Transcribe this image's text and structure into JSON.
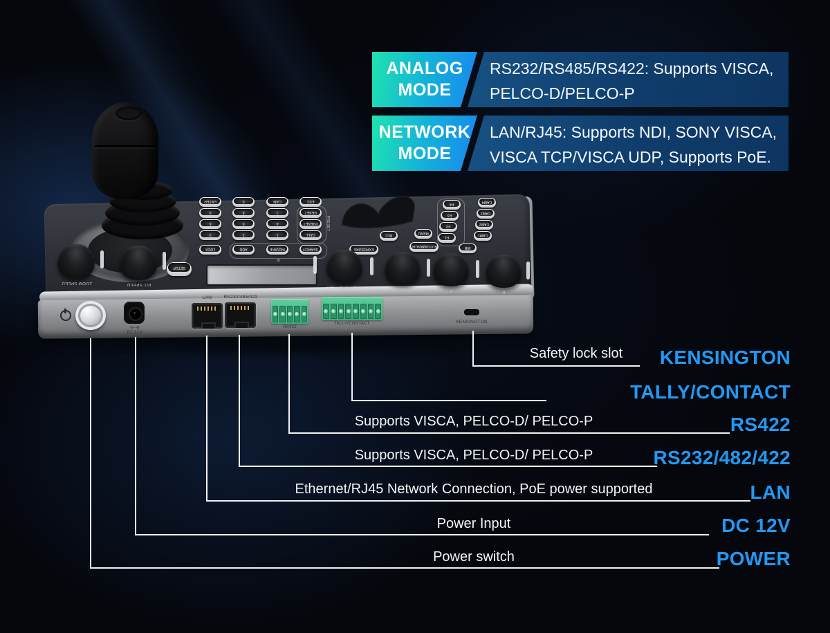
{
  "banners": [
    {
      "mode_line1": "ANALOG",
      "mode_line2": "MODE",
      "text_line1": "RS232/RS485/RS422: Supports VISCA,",
      "text_line2": "PELCO-D/PELCO-P"
    },
    {
      "mode_line1": "NETWORK",
      "mode_line2": "MODE",
      "text_line1": "LAN/RJ45: Supports NDI, SONY VISCA,",
      "text_line2": "VISCA TCP/VISCA UDP, Supports PoE."
    }
  ],
  "callouts": [
    {
      "desc": "Safety lock slot",
      "label": "KENSINGTON"
    },
    {
      "desc": "",
      "label": "TALLY/CONTACT"
    },
    {
      "desc": "Supports VISCA, PELCO-D/ PELCO-P",
      "label": "RS422"
    },
    {
      "desc": "Supports VISCA, PELCO-D/ PELCO-P",
      "label": "RS232/482/422"
    },
    {
      "desc": "Ethernet/RJ45 Network Connection, PoE power supported",
      "label": "LAN"
    },
    {
      "desc": "Power Input",
      "label": "DC 12V"
    },
    {
      "desc": "Power switch",
      "label": "POWER"
    }
  ],
  "colors": {
    "accent_blue": "#2199f4",
    "badge_gradient_start": "#1fe3ae",
    "badge_gradient_end": "#1786ef",
    "banner_navy": "#0f3c6b",
    "line_white": "#ffffff"
  },
  "device": {
    "top_labels": {
      "zoom_speed": "ZOOM SPEED",
      "pt_speed": "P/T SPEED",
      "setup": "SETUP",
      "iris_shutter": "IRIS / SHUTTER",
      "focus": "FOCUS",
      "r": "R",
      "b": "B",
      "exposure": "EXPOSURE",
      "blc": "BLC",
      "menu": "MENU",
      "auto_manual": "AUTO/MANUAL",
      "wb": "WB",
      "preset_group": "PRESET",
      "ip_group": "IP"
    },
    "keypad": [
      [
        "ENTER",
        "0",
        "CAM",
        "ESC"
      ],
      [
        "9",
        "8",
        "7",
        "RESET"
      ],
      [
        "6",
        "5",
        "4",
        "PRESET"
      ],
      [
        "3",
        "2",
        "1",
        "CALL"
      ],
      [
        "LOCK",
        "ADD",
        "INQUIRE",
        "SEARCH"
      ]
    ],
    "fn_buttons": [
      "F4",
      "F3",
      "F2",
      "F1"
    ],
    "cam_buttons": [
      "CAM4",
      "CAM3",
      "CAM2",
      "CAM1"
    ],
    "ports": {
      "lan": "LAN",
      "rs232": "RS232/485/422",
      "rs422": "RS422",
      "tally": "TALLY/CONTACT",
      "kensington": "KENSINGTON",
      "dc": "DC12V",
      "dc_polarity": "⊖–⊕"
    }
  }
}
